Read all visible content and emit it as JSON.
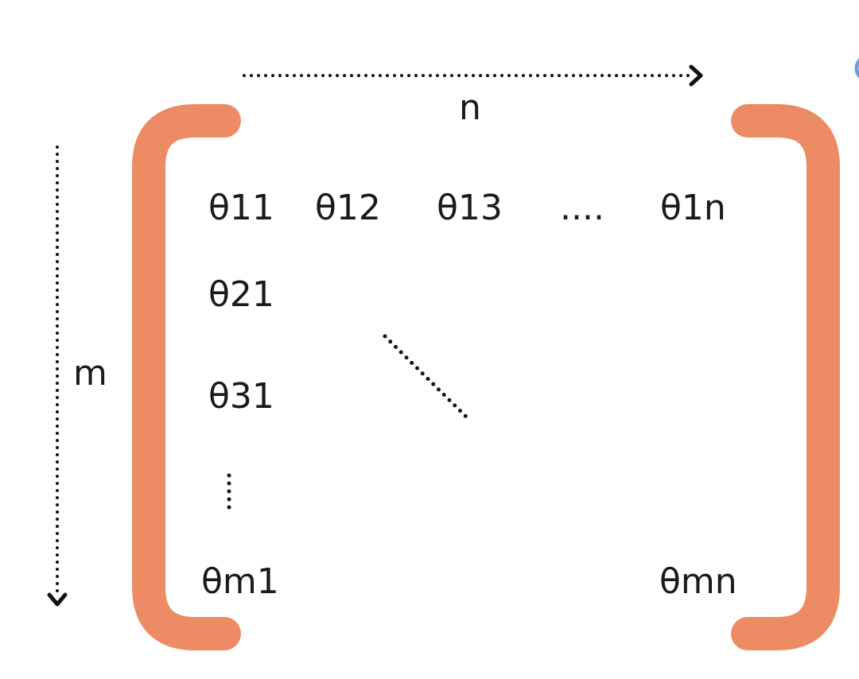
{
  "axes": {
    "n_label": "n",
    "m_label": "m"
  },
  "matrix": {
    "row1": [
      "θ11",
      "θ12",
      "θ13",
      "....",
      "θ1n"
    ],
    "col1": [
      "θ21",
      "θ31"
    ],
    "bottom_left": "θm1",
    "bottom_right": "θmn"
  },
  "colors": {
    "bracket": "#ec8b64",
    "text": "#1a1a1a",
    "corner_accent": "#6f9ed8"
  }
}
